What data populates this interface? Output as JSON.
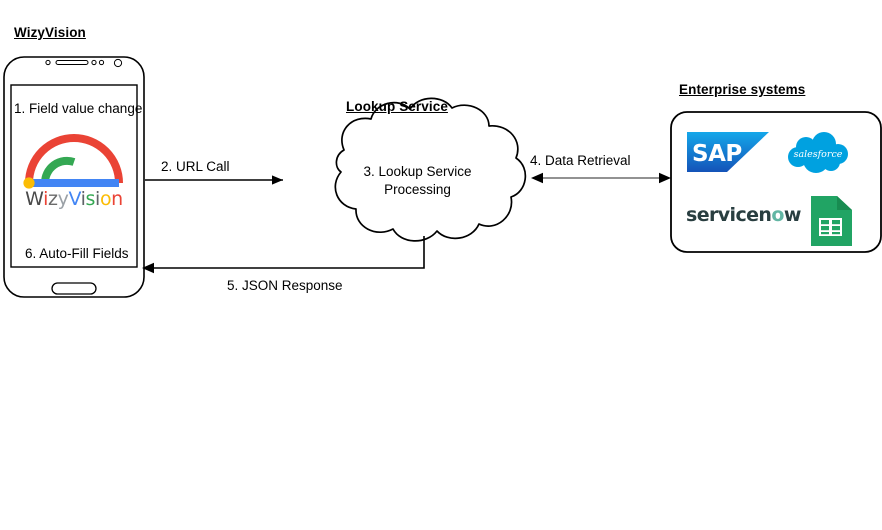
{
  "diagram": {
    "title_bar": "",
    "headers": {
      "wizyvision": "WizyVision",
      "lookup_service": "Lookup Service",
      "enterprise_systems": "Enterprise systems"
    },
    "steps": [
      {
        "id": "step1",
        "label": "1. Field value change",
        "location": "phone-screen"
      },
      {
        "id": "step2",
        "label": "2. URL Call",
        "location": "arrow-phone-to-cloud"
      },
      {
        "id": "step3",
        "label": "3. Lookup Service Processing",
        "location": "cloud"
      },
      {
        "id": "step4",
        "label": "4. Data Retrieval",
        "location": "arrow-cloud-to-enterprise"
      },
      {
        "id": "step5",
        "label": "5. JSON Response",
        "location": "arrow-cloud-to-phone"
      },
      {
        "id": "step6",
        "label": "6. Auto-Fill Fields",
        "location": "phone-screen"
      }
    ],
    "cloud_text_lines": [
      "3. Lookup Service",
      "Processing"
    ],
    "phone": {
      "screen_top_label": "1. Field value change",
      "screen_bottom_label": "6. Auto-Fill Fields",
      "logo_wordmark": "WizyVision",
      "logo_letters": [
        {
          "ch": "W",
          "color": "#4A4A4A"
        },
        {
          "ch": "i",
          "color": "#EA4335"
        },
        {
          "ch": "z",
          "color": "#6B6B6B"
        },
        {
          "ch": "y",
          "color": "#9AA0A6"
        },
        {
          "ch": "V",
          "color": "#4285F4"
        },
        {
          "ch": "i",
          "color": "#5F6368"
        },
        {
          "ch": "s",
          "color": "#34A853"
        },
        {
          "ch": "i",
          "color": "#5F6368"
        },
        {
          "ch": "o",
          "color": "#FBBC05"
        },
        {
          "ch": "n",
          "color": "#EA4335"
        }
      ],
      "logo_arcs": {
        "outer_arc_color": "#EA4335",
        "inner_arc_color": "#34A853",
        "bar_color": "#4285F4",
        "dot_color": "#FBBC05"
      }
    },
    "enterprise_logos": [
      {
        "name": "SAP",
        "text": "SAP",
        "color": "#1B7FD4",
        "accent": "#0FAAFF"
      },
      {
        "name": "Salesforce",
        "text": "salesforce",
        "color": "#00A1E0",
        "accent": "#FFFFFF"
      },
      {
        "name": "ServiceNow",
        "text": "servicenow",
        "color": "#293E40",
        "accent": "#62B6A4"
      },
      {
        "name": "GoogleSheets",
        "text": "",
        "color": "#21A464",
        "accent": "#FFFFFF"
      }
    ],
    "colors": {
      "stroke": "#000000",
      "arrow_gray": "#6E6E6E",
      "background": "#FFFFFF"
    }
  }
}
